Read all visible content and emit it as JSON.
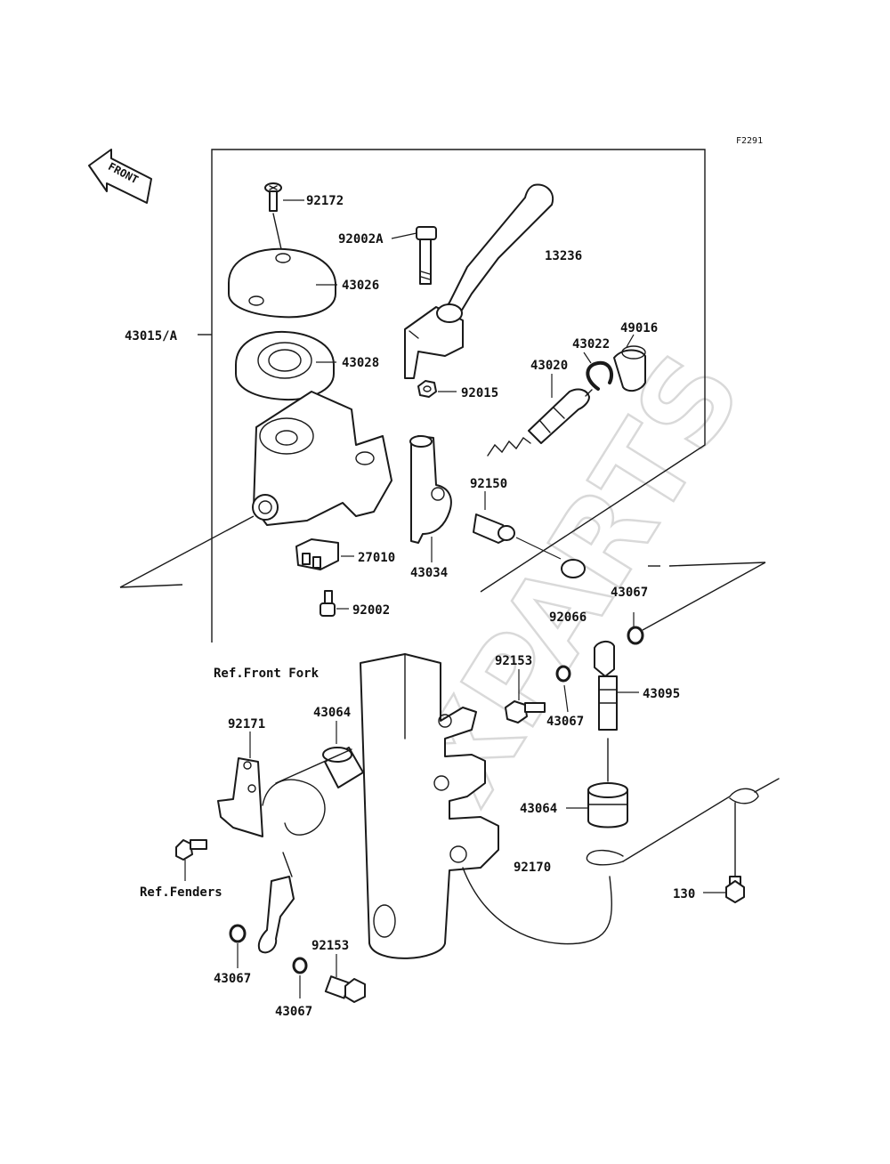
{
  "figure_code": "F2291",
  "watermark": "XPARTS",
  "front_arrow": {
    "label": "FRONT"
  },
  "labels": {
    "p92172": "92172",
    "p92002A": "92002A",
    "p13236": "13236",
    "p43026": "43026",
    "p43015A": "43015/A",
    "p43028": "43028",
    "p49016": "49016",
    "p43022": "43022",
    "p43020": "43020",
    "p92015": "92015",
    "p92150": "92150",
    "p27010": "27010",
    "p43034": "43034",
    "p43067_a": "43067",
    "p92066": "92066",
    "p92002": "92002",
    "ref_front_fork": "Ref.Front Fork",
    "p92153_a": "92153",
    "p43067_b": "43067",
    "p43095": "43095",
    "p92171": "92171",
    "p43064_a": "43064",
    "p43064_b": "43064",
    "p92170": "92170",
    "p130": "130",
    "ref_fenders": "Ref.Fenders",
    "p43067_c": "43067",
    "p92153_b": "92153",
    "p43067_d": "43067"
  }
}
